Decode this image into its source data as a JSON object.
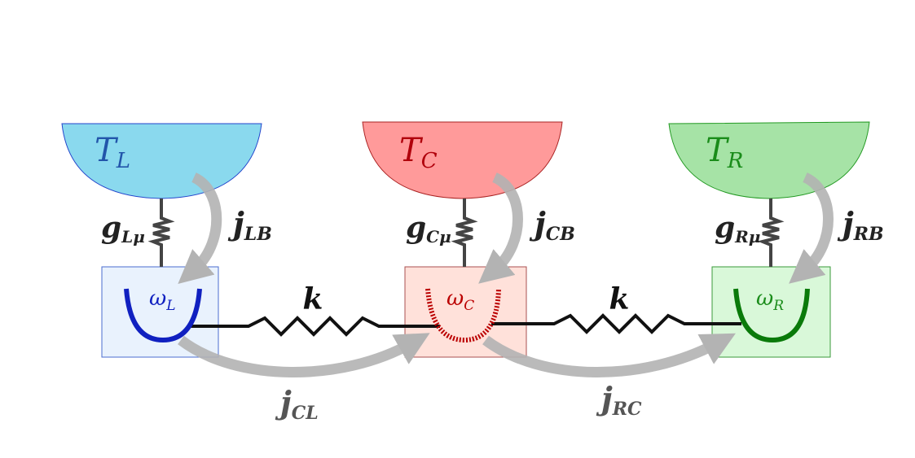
{
  "colors": {
    "bath_left": "#8ad9ee",
    "bath_center": "#ff9a9a",
    "bath_right": "#a6e3a6",
    "label_left": "#2255aa",
    "label_center": "#b0000b",
    "label_right": "#1a8c1a",
    "osc_left": "#1020c0",
    "osc_center": "#bb0000",
    "osc_right": "#0a7a0a",
    "flux_arrow": "#b3b3b3",
    "spring": "#111111"
  },
  "baths": [
    {
      "id": "left",
      "name": "T",
      "sub": "L"
    },
    {
      "id": "center",
      "name": "T",
      "sub": "C"
    },
    {
      "id": "right",
      "name": "T",
      "sub": "R"
    }
  ],
  "oscillators": [
    {
      "id": "left",
      "name": "ω",
      "sub": "L"
    },
    {
      "id": "center",
      "name": "ω",
      "sub": "C"
    },
    {
      "id": "right",
      "name": "ω",
      "sub": "R"
    }
  ],
  "bath_couplings": [
    {
      "id": "left",
      "name": "g",
      "sub": "Lμ"
    },
    {
      "id": "center",
      "name": "g",
      "sub": "Cμ"
    },
    {
      "id": "right",
      "name": "g",
      "sub": "Rμ"
    }
  ],
  "bath_fluxes": [
    {
      "id": "left",
      "name": "j",
      "sub": "LB"
    },
    {
      "id": "center",
      "name": "j",
      "sub": "CB"
    },
    {
      "id": "right",
      "name": "j",
      "sub": "RB"
    }
  ],
  "springs": [
    {
      "id": "left-center",
      "name": "k"
    },
    {
      "id": "center-right",
      "name": "k"
    }
  ],
  "transfer_fluxes": [
    {
      "id": "left-center",
      "name": "j",
      "sub": "CL"
    },
    {
      "id": "center-right",
      "name": "j",
      "sub": "RC"
    }
  ]
}
